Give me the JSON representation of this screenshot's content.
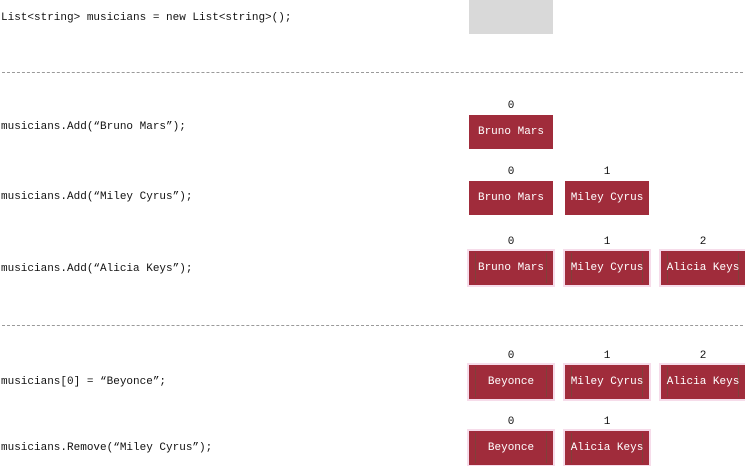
{
  "code": {
    "declare": "List<string> musicians = new List<string>();",
    "add_bruno": "musicians.Add(“Bruno Mars”);",
    "add_miley": "musicians.Add(“Miley Cyrus”);",
    "add_alicia": "musicians.Add(“Alicia Keys”);",
    "assign_beyonce": "musicians[0] = “Beyonce”;",
    "remove_miley": "musicians.Remove(“Miley Cyrus”);"
  },
  "colors": {
    "cell": "#a02c3b",
    "empty": "#d9d9d9",
    "highlight": "#f6dcea",
    "separator": "#9a9a9a"
  },
  "states": {
    "after_bruno": {
      "indices": [
        "0"
      ],
      "items": [
        "Bruno Mars"
      ]
    },
    "after_miley": {
      "indices": [
        "0",
        "1"
      ],
      "items": [
        "Bruno Mars",
        "Miley Cyrus"
      ]
    },
    "after_alicia": {
      "indices": [
        "0",
        "1",
        "2"
      ],
      "items": [
        "Bruno Mars",
        "Miley Cyrus",
        "Alicia Keys"
      ]
    },
    "after_assign": {
      "indices": [
        "0",
        "1",
        "2"
      ],
      "items": [
        "Beyonce",
        "Miley Cyrus",
        "Alicia Keys"
      ]
    },
    "after_remove": {
      "indices": [
        "0",
        "1"
      ],
      "items": [
        "Beyonce",
        "Alicia Keys"
      ]
    }
  }
}
